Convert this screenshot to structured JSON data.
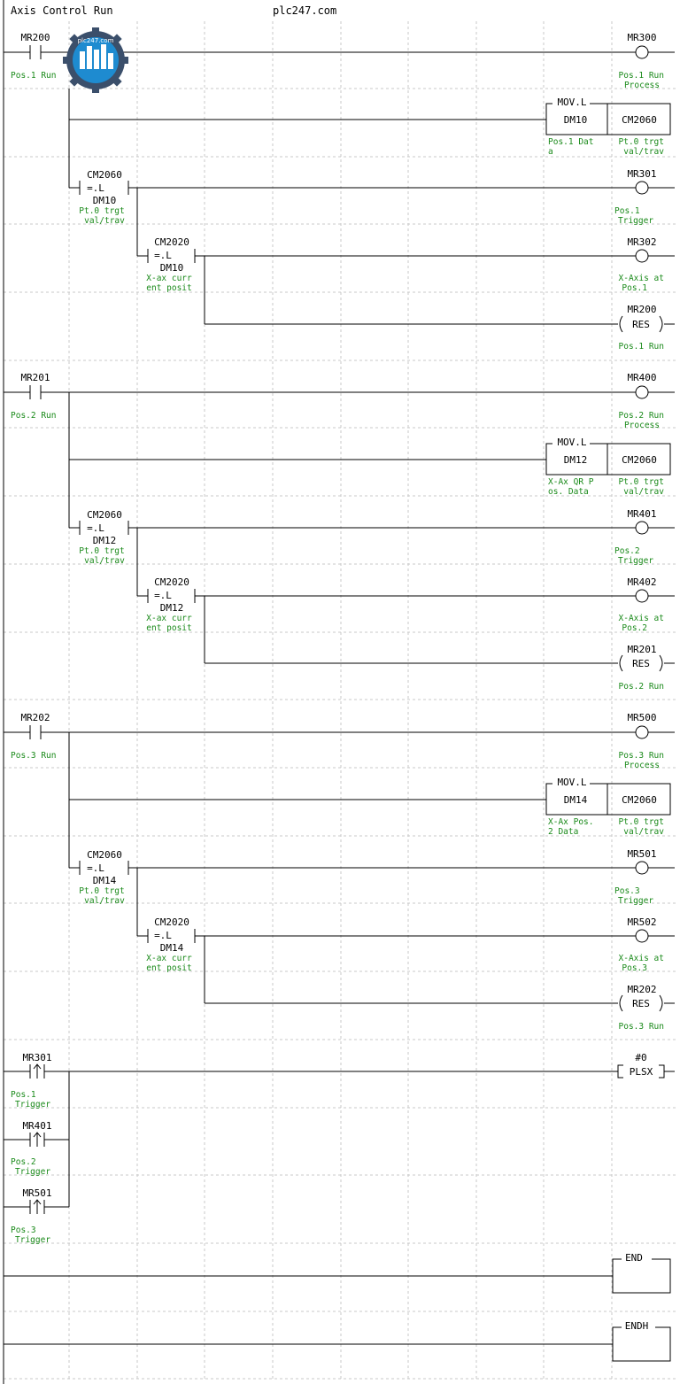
{
  "header": {
    "program_title": "Axis Control Run",
    "site": "plc247.com",
    "watermark_text": "plc247.com"
  },
  "rungs": [
    {
      "name": "pos1",
      "contact": {
        "device": "MR200",
        "comment": "Pos.1 Run"
      },
      "coil": {
        "device": "MR300",
        "comment": [
          "Pos.1 Run",
          "Process"
        ]
      },
      "mov": {
        "instr": "MOV.L",
        "src": "DM10",
        "dst": "CM2060",
        "src_comment": [
          "Pos.1 Dat",
          "a"
        ],
        "dst_comment": [
          "Pt.0 trgt",
          "val/trav"
        ]
      },
      "cmp1": {
        "dev": "CM2060",
        "op": "=.L",
        "op2": "DM10",
        "comment": [
          "Pt.0 trgt",
          "val/trav"
        ]
      },
      "trig_coil": {
        "device": "MR301",
        "comment": [
          "Pos.1",
          "Trigger"
        ]
      },
      "cmp2": {
        "dev": "CM2020",
        "op": "=.L",
        "op2": "DM10",
        "comment": [
          "X-ax curr",
          "ent posit"
        ]
      },
      "at_coil": {
        "device": "MR302",
        "comment": [
          "X-Axis at",
          "Pos.1"
        ]
      },
      "res_coil": {
        "device": "MR200",
        "label": "RES",
        "comment": "Pos.1 Run"
      }
    },
    {
      "name": "pos2",
      "contact": {
        "device": "MR201",
        "comment": "Pos.2 Run"
      },
      "coil": {
        "device": "MR400",
        "comment": [
          "Pos.2 Run",
          "Process"
        ]
      },
      "mov": {
        "instr": "MOV.L",
        "src": "DM12",
        "dst": "CM2060",
        "src_comment": [
          "X-Ax QR P",
          "os. Data"
        ],
        "dst_comment": [
          "Pt.0 trgt",
          "val/trav"
        ]
      },
      "cmp1": {
        "dev": "CM2060",
        "op": "=.L",
        "op2": "DM12",
        "comment": [
          "Pt.0 trgt",
          "val/trav"
        ]
      },
      "trig_coil": {
        "device": "MR401",
        "comment": [
          "Pos.2",
          "Trigger"
        ]
      },
      "cmp2": {
        "dev": "CM2020",
        "op": "=.L",
        "op2": "DM12",
        "comment": [
          "X-ax curr",
          "ent posit"
        ]
      },
      "at_coil": {
        "device": "MR402",
        "comment": [
          "X-Axis at",
          "Pos.2"
        ]
      },
      "res_coil": {
        "device": "MR201",
        "label": "RES",
        "comment": "Pos.2 Run"
      }
    },
    {
      "name": "pos3",
      "contact": {
        "device": "MR202",
        "comment": "Pos.3 Run"
      },
      "coil": {
        "device": "MR500",
        "comment": [
          "Pos.3 Run",
          "Process"
        ]
      },
      "mov": {
        "instr": "MOV.L",
        "src": "DM14",
        "dst": "CM2060",
        "src_comment": [
          "X-Ax Pos.",
          "2 Data"
        ],
        "dst_comment": [
          "Pt.0 trgt",
          "val/trav"
        ]
      },
      "cmp1": {
        "dev": "CM2060",
        "op": "=.L",
        "op2": "DM14",
        "comment": [
          "Pt.0 trgt",
          "val/trav"
        ]
      },
      "trig_coil": {
        "device": "MR501",
        "comment": [
          "Pos.3",
          "Trigger"
        ]
      },
      "cmp2": {
        "dev": "CM2020",
        "op": "=.L",
        "op2": "DM14",
        "comment": [
          "X-ax curr",
          "ent posit"
        ]
      },
      "at_coil": {
        "device": "MR502",
        "comment": [
          "X-Axis at",
          "Pos.3"
        ]
      },
      "res_coil": {
        "device": "MR202",
        "label": "RES",
        "comment": "Pos.3 Run"
      }
    }
  ],
  "pulse_rung": {
    "contacts": [
      {
        "device": "MR301",
        "comment": [
          "Pos.1",
          "Trigger"
        ]
      },
      {
        "device": "MR401",
        "comment": [
          "Pos.2",
          "Trigger"
        ]
      },
      {
        "device": "MR501",
        "comment": [
          "Pos.3",
          "Trigger"
        ]
      }
    ],
    "instr": {
      "param": "#0",
      "name": "PLSX"
    }
  },
  "end_blocks": [
    "END",
    "ENDH"
  ],
  "colors": {
    "comment_green": "#1a8a1a",
    "grid": "#c8c8c8",
    "logo_blue": "#1e8bd0",
    "logo_gear": "#3b4f6b"
  }
}
